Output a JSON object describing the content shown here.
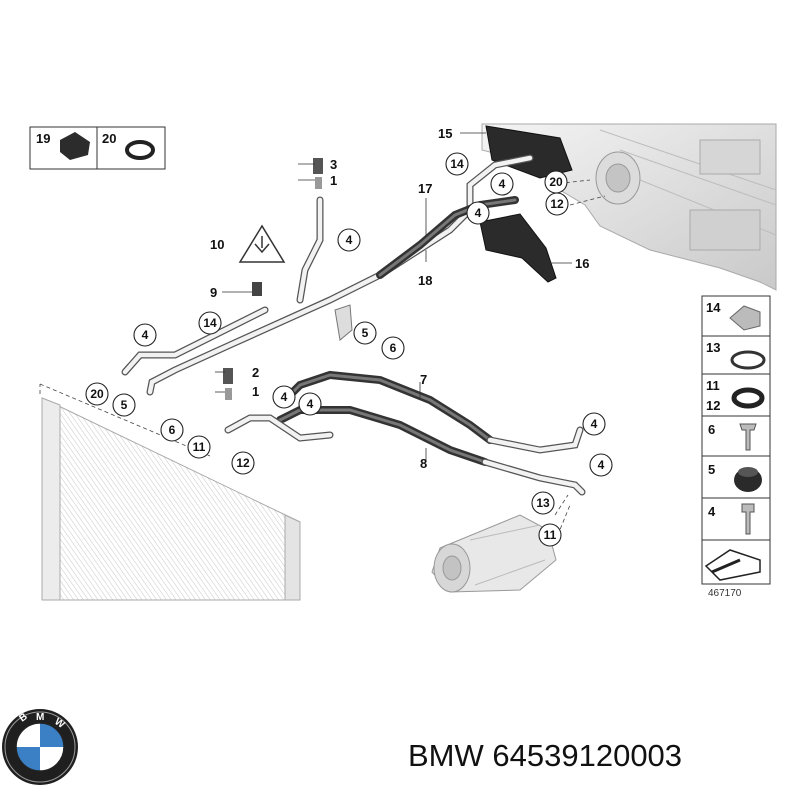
{
  "caption": {
    "brand": "BMW",
    "part_number": "64539120003"
  },
  "diagram_number": "467170",
  "plain_labels": {
    "p15": "15",
    "p17": "17",
    "p18": "18",
    "p16": "16",
    "p3": "3",
    "p1a": "1",
    "p10": "10",
    "p9": "9",
    "p2": "2",
    "p1b": "1",
    "p7": "7",
    "p8": "8",
    "legend19": "19",
    "legend20": "20"
  },
  "callouts": {
    "c14a": "14",
    "c4a": "4",
    "c20a": "20",
    "c12a": "12",
    "c4b": "4",
    "c4c": "4",
    "c14b": "14",
    "c4d": "4",
    "c5a": "5",
    "c6a": "6",
    "c20b": "20",
    "c5b": "5",
    "c6b": "6",
    "c11a": "11",
    "c12b": "12",
    "c4e": "4",
    "c4f": "4",
    "c4g": "4",
    "c4h": "4",
    "c13": "13",
    "c11b": "11"
  },
  "legend_right": {
    "r14": "14",
    "r13": "13",
    "r11": "11",
    "r12": "12",
    "r6": "6",
    "r5": "5",
    "r4": "4"
  }
}
